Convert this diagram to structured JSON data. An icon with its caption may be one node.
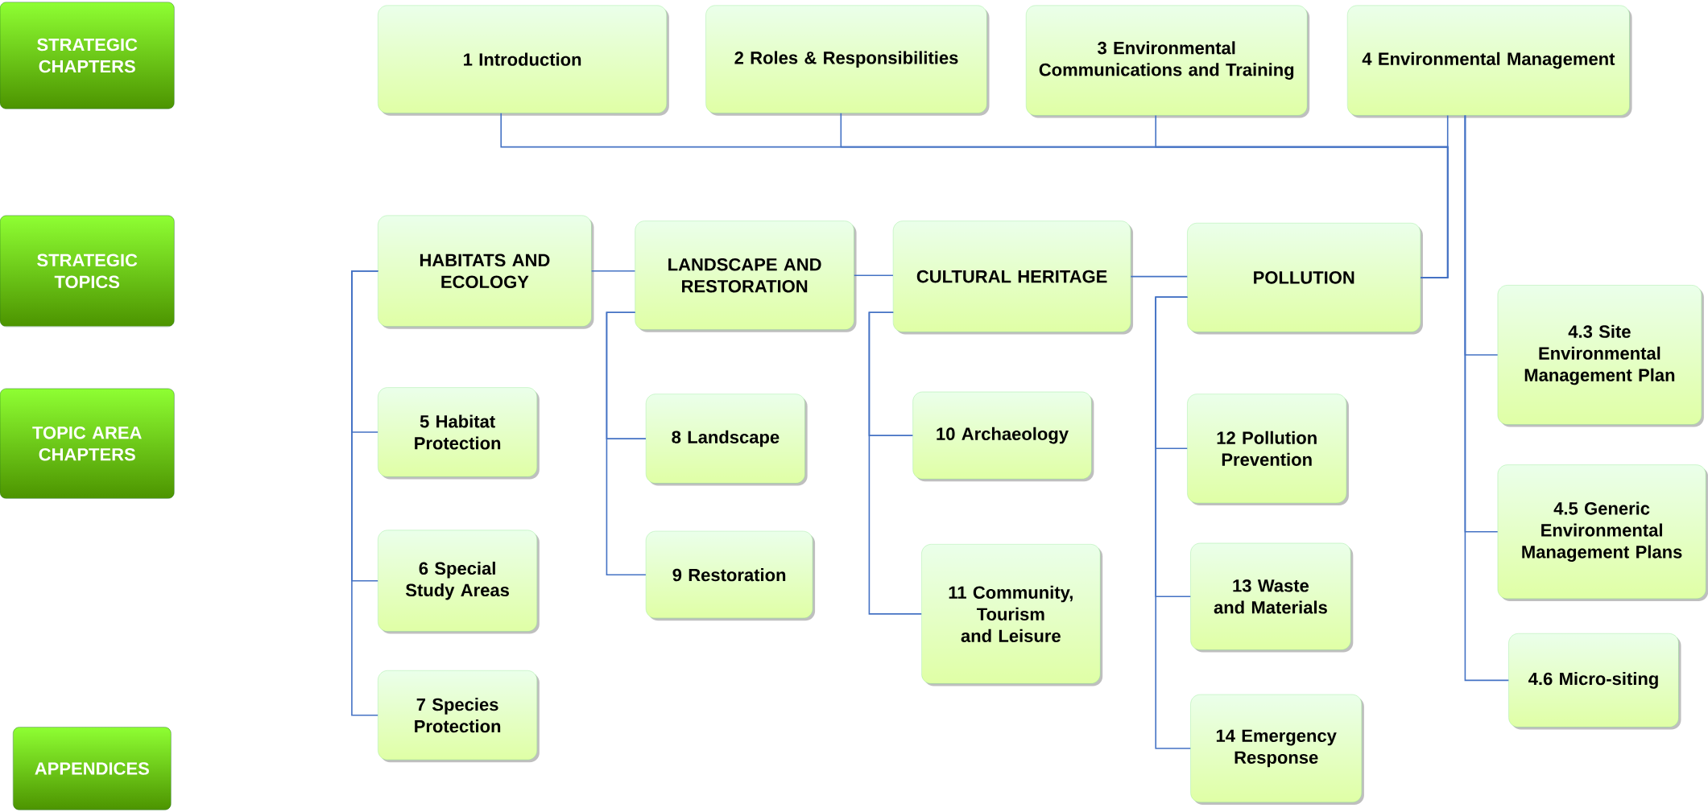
{
  "diagram": {
    "nodes": [
      {
        "text": [
          "STRATEGIC CHAPTERS"
        ]
      },
      {
        "text": [
          "STRATEGIC TOPICS"
        ]
      },
      {
        "text": [
          "TOPIC AREA CHAPTERS"
        ]
      },
      {
        "text": [
          "APPENDICES"
        ]
      },
      {
        "text": [
          "1 Introduction"
        ]
      },
      {
        "text": [
          "2 Roles & Responsibilities"
        ]
      },
      {
        "text": [
          "3 Environmental Communications and Training"
        ]
      },
      {
        "text": [
          "4 Environmental Management"
        ]
      },
      {
        "text": [
          "HABITATS AND ECOLOGY"
        ]
      },
      {
        "text": [
          "LANDSCAPE AND RESTORATION"
        ]
      },
      {
        "text": [
          "CULTURAL HERITAGE"
        ]
      },
      {
        "text": [
          "POLLUTION"
        ]
      },
      {
        "text": [
          "4.3 Site Environmental Management Plan"
        ]
      },
      {
        "text": [
          "5 Habitat Protection"
        ]
      },
      {
        "text": [
          "8 Landscape"
        ]
      },
      {
        "text": [
          "10 Archaeology"
        ]
      },
      {
        "text": [
          "12 Pollution Prevention"
        ]
      },
      {
        "text": [
          "4.5 Generic Environmental Management Plans"
        ]
      },
      {
        "text": [
          "6 Special Study Areas"
        ]
      },
      {
        "text": [
          "9 Restoration"
        ]
      },
      {
        "text": [
          "11 Community, Tourism and Leisure"
        ]
      },
      {
        "text": [
          "13 Waste and Materials"
        ]
      },
      {
        "text": [
          "4.6 Micro-siting"
        ]
      },
      {
        "text": [
          "7 Species Protection"
        ]
      },
      {
        "text": [
          "14 Emergency Response"
        ]
      }
    ],
    "edges": [
      {
        "from": 4,
        "to": 11,
        "arrow": "none"
      },
      {
        "from": 5,
        "to": 11,
        "arrow": "none"
      },
      {
        "from": 6,
        "to": 11,
        "arrow": "none"
      },
      {
        "from": 7,
        "to": 11,
        "arrow": "none"
      },
      {
        "from": 8,
        "to": 9,
        "arrow": "none"
      },
      {
        "from": 9,
        "to": 10,
        "arrow": "none"
      },
      {
        "from": 10,
        "to": 11,
        "arrow": "none"
      },
      {
        "from": 8,
        "to": 13,
        "arrow": "none"
      },
      {
        "from": 8,
        "to": 18,
        "arrow": "none"
      },
      {
        "from": 8,
        "to": 23,
        "arrow": "none"
      },
      {
        "from": 9,
        "to": 14,
        "arrow": "none"
      },
      {
        "from": 9,
        "to": 19,
        "arrow": "none"
      },
      {
        "from": 10,
        "to": 15,
        "arrow": "none"
      },
      {
        "from": 10,
        "to": 20,
        "arrow": "none"
      },
      {
        "from": 11,
        "to": 16,
        "arrow": "none"
      },
      {
        "from": 11,
        "to": 21,
        "arrow": "none"
      },
      {
        "from": 11,
        "to": 24,
        "arrow": "none"
      },
      {
        "from": 7,
        "to": 12,
        "arrow": "none"
      },
      {
        "from": 7,
        "to": 17,
        "arrow": "none"
      },
      {
        "from": 7,
        "to": 22,
        "arrow": "none"
      }
    ]
  }
}
